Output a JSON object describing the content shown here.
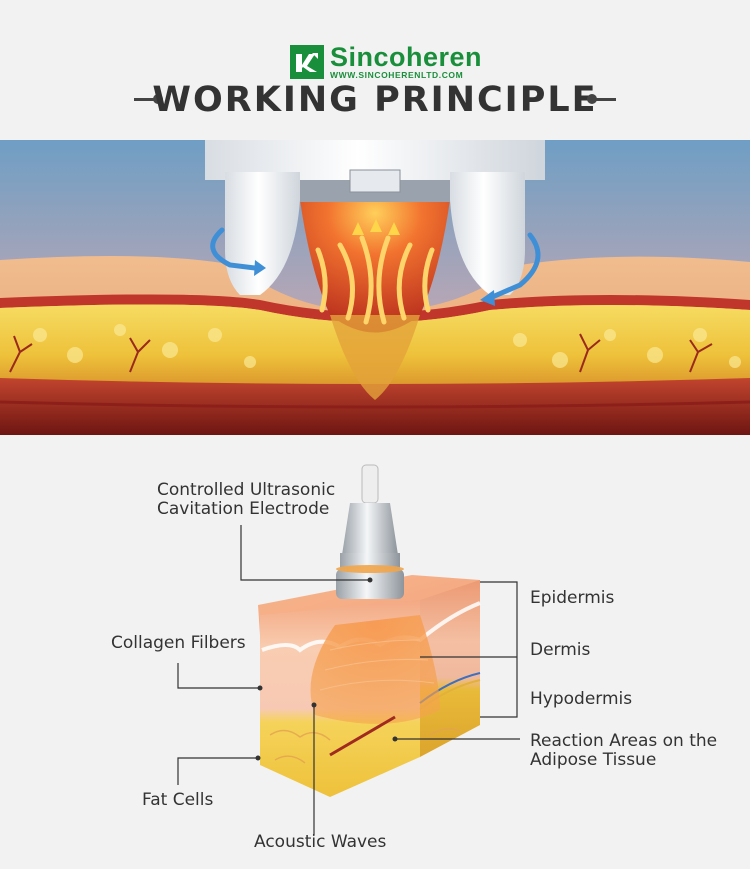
{
  "brand": {
    "name": "Sincoheren",
    "url": "WWW.SINCOHERENLTD.COM"
  },
  "title": "WORKING PRINCIPLE",
  "labels": {
    "electrode_line1": "Controlled Ultrasonic",
    "electrode_line2": "Cavitation Electrode",
    "epidermis": "Epidermis",
    "dermis": "Dermis",
    "hypodermis": "Hypodermis",
    "collagen": "Collagen Filbers",
    "reaction_line1": "Reaction Areas on the",
    "reaction_line2": "Adipose Tissue",
    "fat_cells": "Fat Cells",
    "acoustic": "Acoustic Waves"
  },
  "icons": [
    "sincoheren-logo-icon",
    "rotation-arrow-icon"
  ],
  "colors": {
    "brand_green": "#1a8f3b",
    "title_text": "#333333",
    "background": "#f2f2f2",
    "skin_top": "#f2a27a",
    "fat_yellow": "#f2cf45",
    "muscle_red": "#a0281e",
    "sky_blue": "#6f9ec4"
  }
}
